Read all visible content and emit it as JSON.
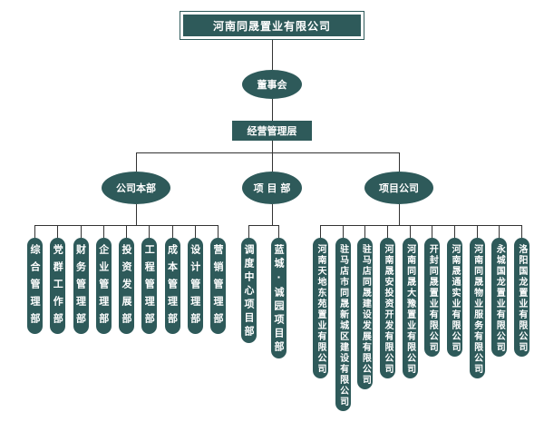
{
  "colors": {
    "node_fill": "#2e5a5a",
    "node_text": "#ffffff",
    "line": "#333333"
  },
  "root": {
    "label": "河南同晟置业有限公司"
  },
  "level2": {
    "label": "董事会"
  },
  "level3": {
    "label": "经营管理层"
  },
  "branches": [
    {
      "label": "公司本部",
      "items": [
        {
          "label": "综合管理部"
        },
        {
          "label": "党群工作部"
        },
        {
          "label": "财务管理部"
        },
        {
          "label": "企业管理部"
        },
        {
          "label": "投资发展部"
        },
        {
          "label": "工程管理部"
        },
        {
          "label": "成本管理部"
        },
        {
          "label": "设计管理部"
        },
        {
          "label": "营销管理部"
        }
      ]
    },
    {
      "label": "项 目 部",
      "items": [
        {
          "label": "调度中心项目部"
        },
        {
          "label": "蓝城·诚园项目部"
        }
      ]
    },
    {
      "label": "项目公司",
      "items": [
        {
          "label": "河南天地东苑置业有限公司"
        },
        {
          "label": "驻马店市同晟新城区建设有限公司"
        },
        {
          "label": "驻马店同晟建设发展有限公司"
        },
        {
          "label": "河南晟安投资开发有限公司"
        },
        {
          "label": "河南同晟大豫置业有限公司"
        },
        {
          "label": "开封同晟置业有限公司"
        },
        {
          "label": "河南晟通实业有限公司"
        },
        {
          "label": "河南同晟物业服务有限公司"
        },
        {
          "label": "永城国龙置业有限公司"
        },
        {
          "label": "洛阳国龙置业有限公司"
        }
      ]
    }
  ]
}
